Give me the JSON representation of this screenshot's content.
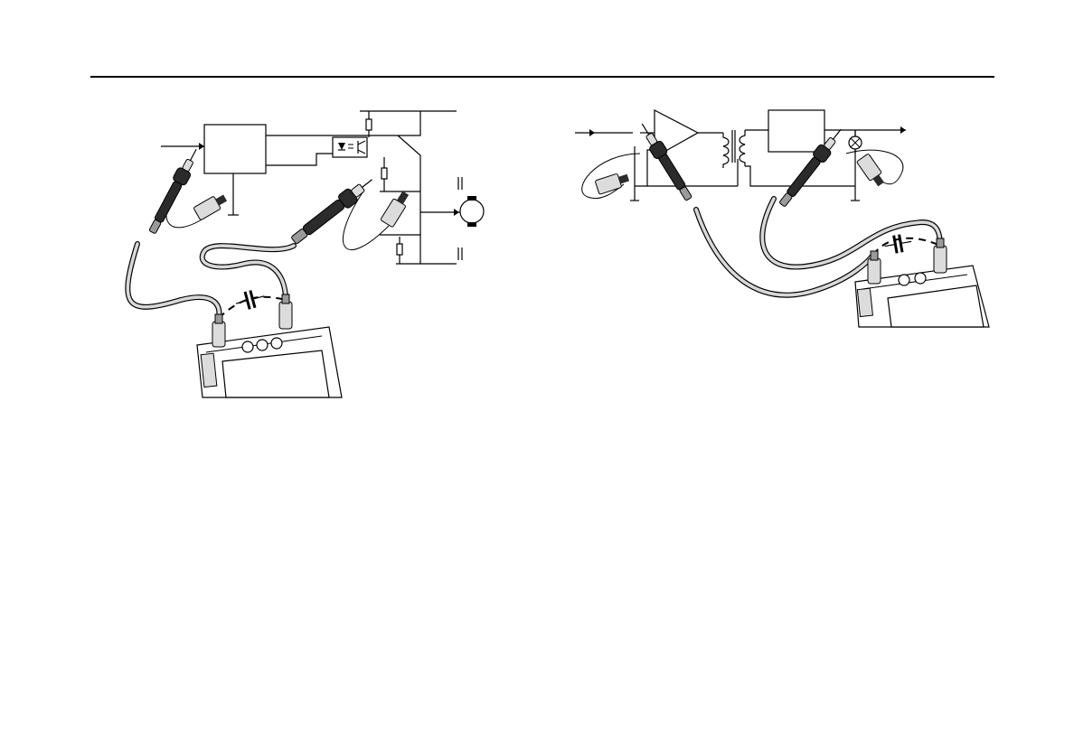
{
  "figures": [
    {
      "id": "left-diagram",
      "depicts": "probe-connection-motor-driver"
    },
    {
      "id": "right-diagram",
      "depicts": "probe-connection-amplifier-transformer"
    }
  ],
  "icons": [
    "probe-icon",
    "ground-clip-icon",
    "capacitor-icon",
    "motor-icon",
    "lamp-icon",
    "optocoupler-icon",
    "transformer-icon",
    "resistor-icon",
    "oscilloscope-icon"
  ],
  "colors": {
    "line": "#000000",
    "cable": "#d8d8d8",
    "probe_body": "#2b2b2b",
    "background": "#ffffff"
  }
}
